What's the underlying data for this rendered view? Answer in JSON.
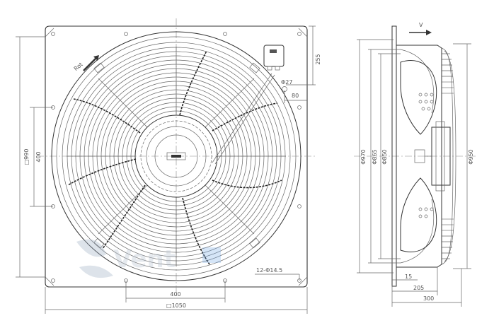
{
  "front_view": {
    "rotation_label": "Rot",
    "dimensions": {
      "width_total": "□1050",
      "height_total": "□990",
      "hole_spacing_vertical": "400",
      "hole_spacing_horizontal": "400",
      "holes": "12-Φ14.5",
      "box_height": "255",
      "box_offset": "80",
      "box_hole": "Φ27"
    }
  },
  "side_view": {
    "airflow_label": "V",
    "dimensions": {
      "d970": "Φ970",
      "d865": "Φ865",
      "d850": "Φ850",
      "d950": "Φ950",
      "depth_15": "15",
      "depth_205": "205",
      "depth_300": "300"
    }
  },
  "watermark": "Vent"
}
